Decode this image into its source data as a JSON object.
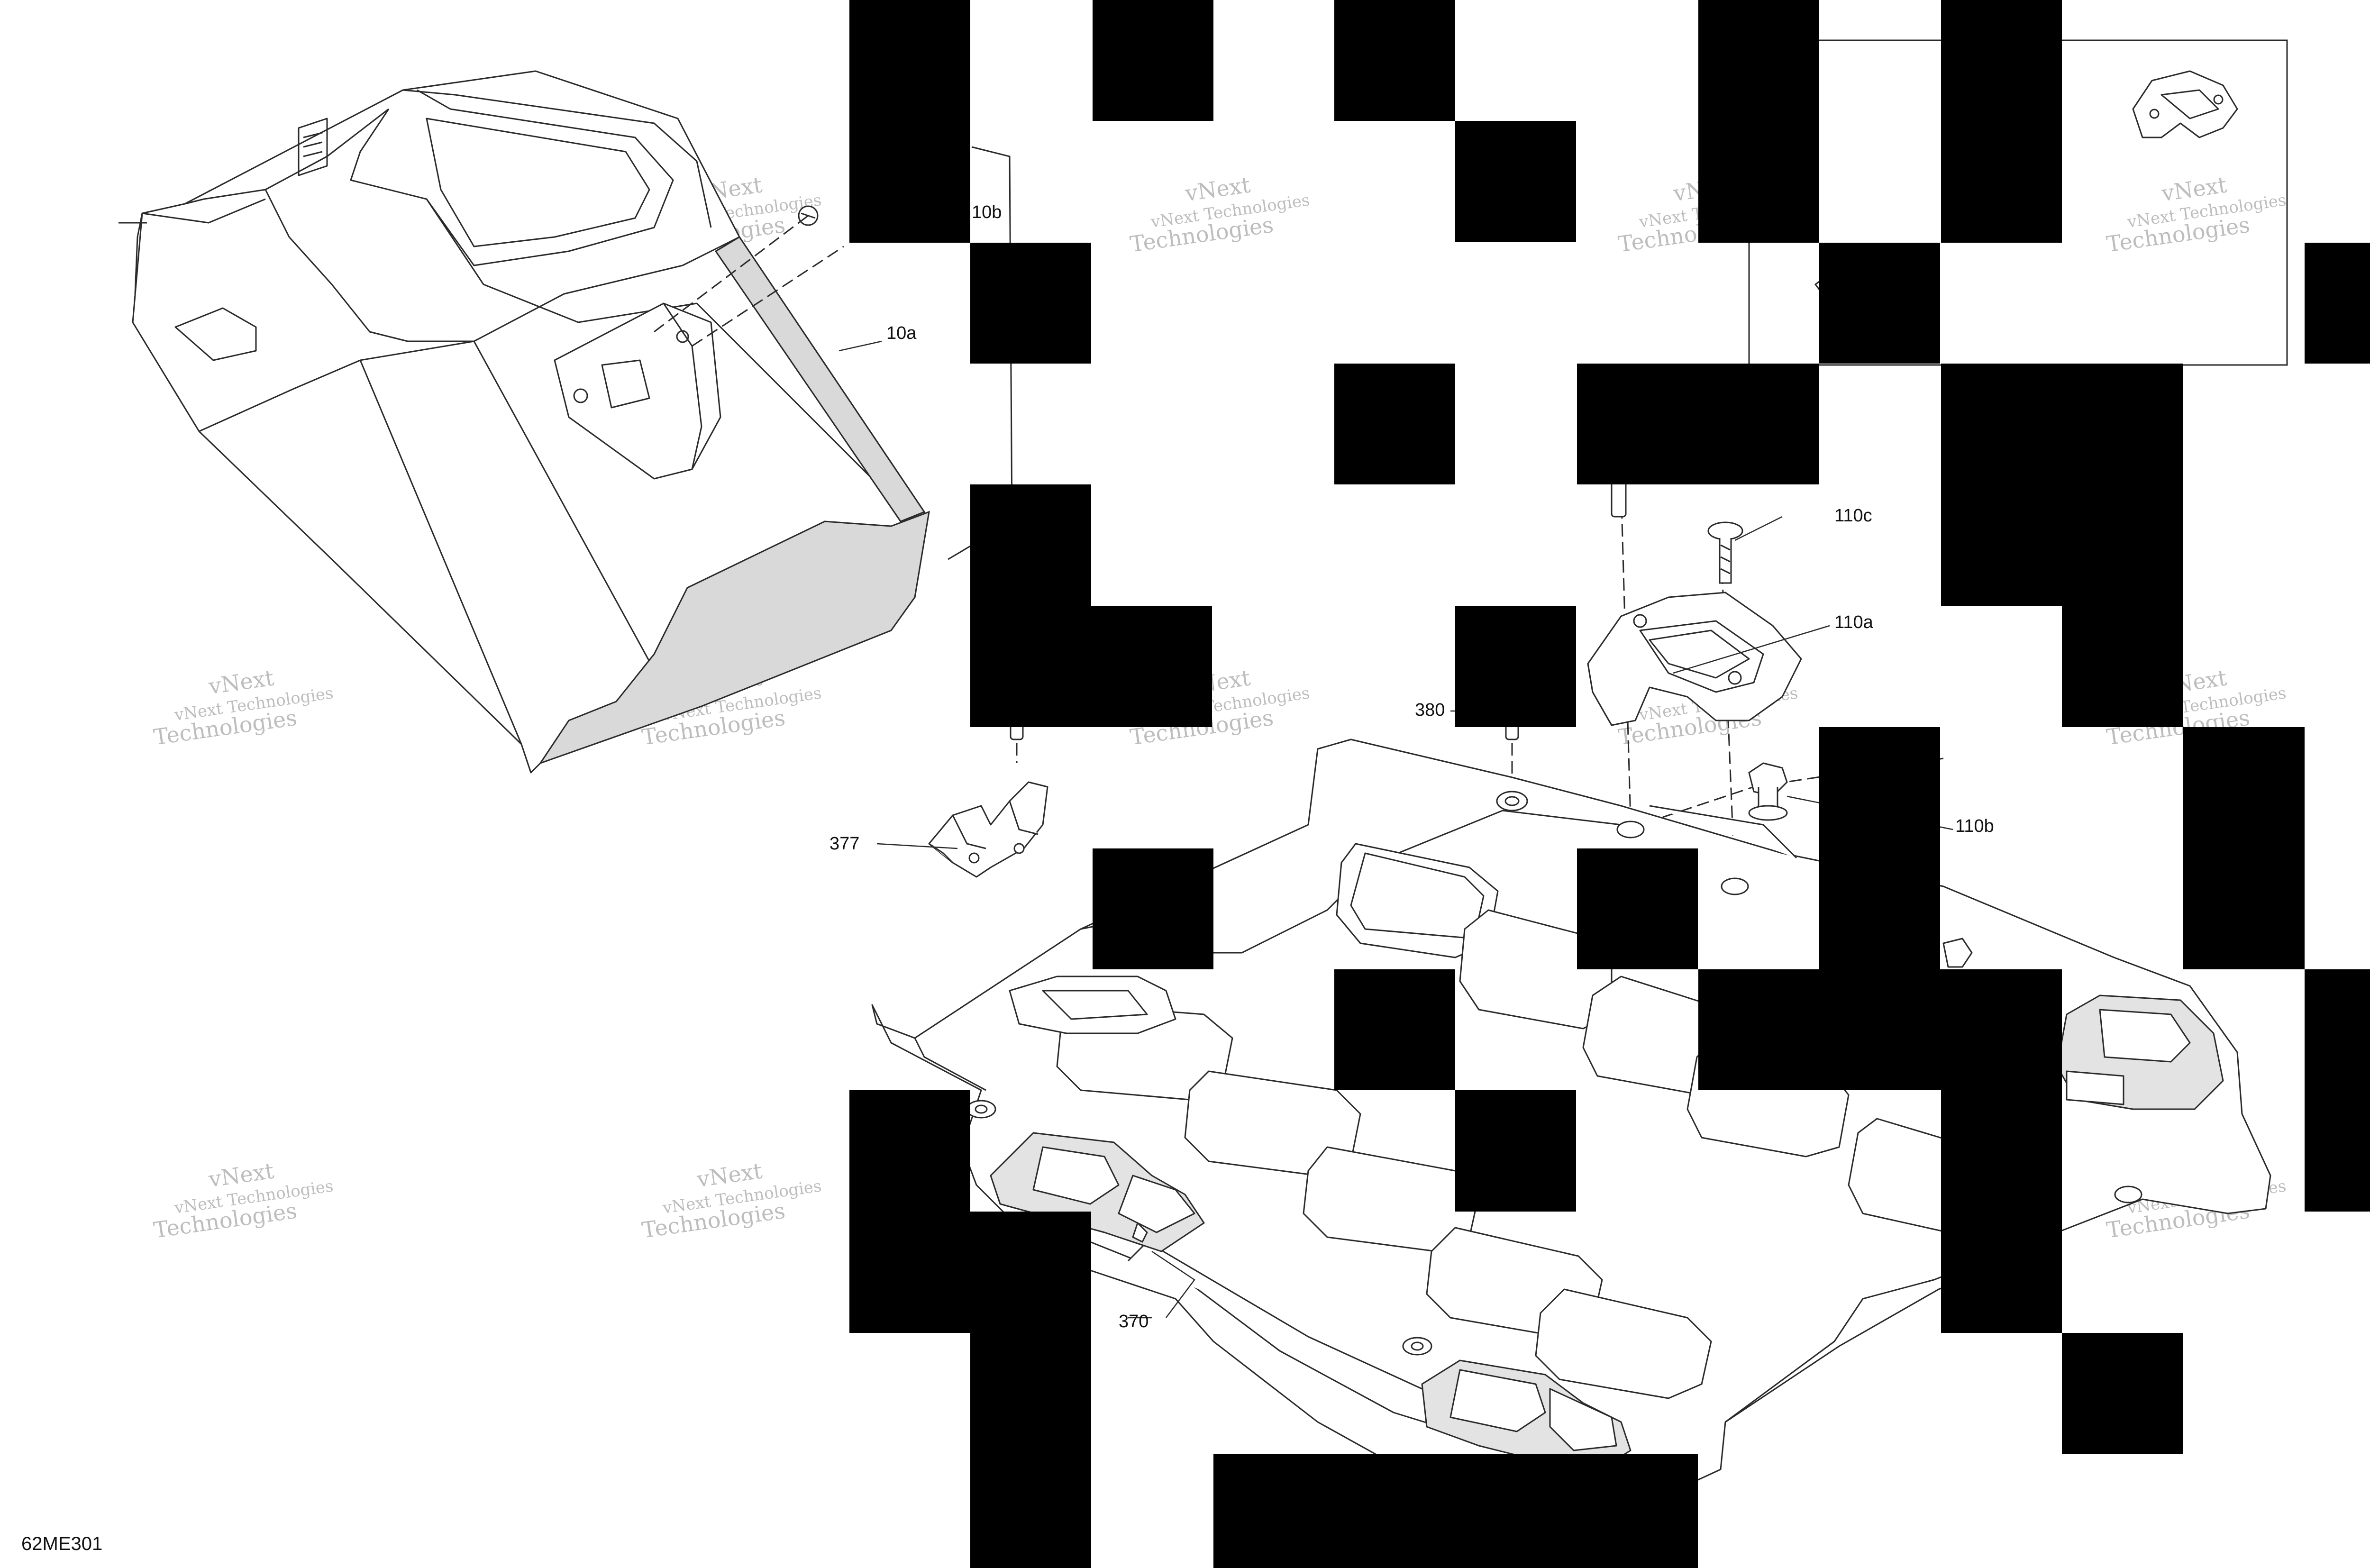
{
  "diagram": {
    "reference_code": "62ME301",
    "callouts": [
      "10b",
      "10a",
      "110c",
      "110a",
      "110b",
      "380",
      "377",
      "370"
    ],
    "watermark": {
      "line1": "vNext Technologies",
      "line2": "vNext",
      "line3": "Technologies"
    },
    "redaction_color": "#000000",
    "line_color": "#2a2a2a",
    "shade_color": "#d9d9d9"
  }
}
